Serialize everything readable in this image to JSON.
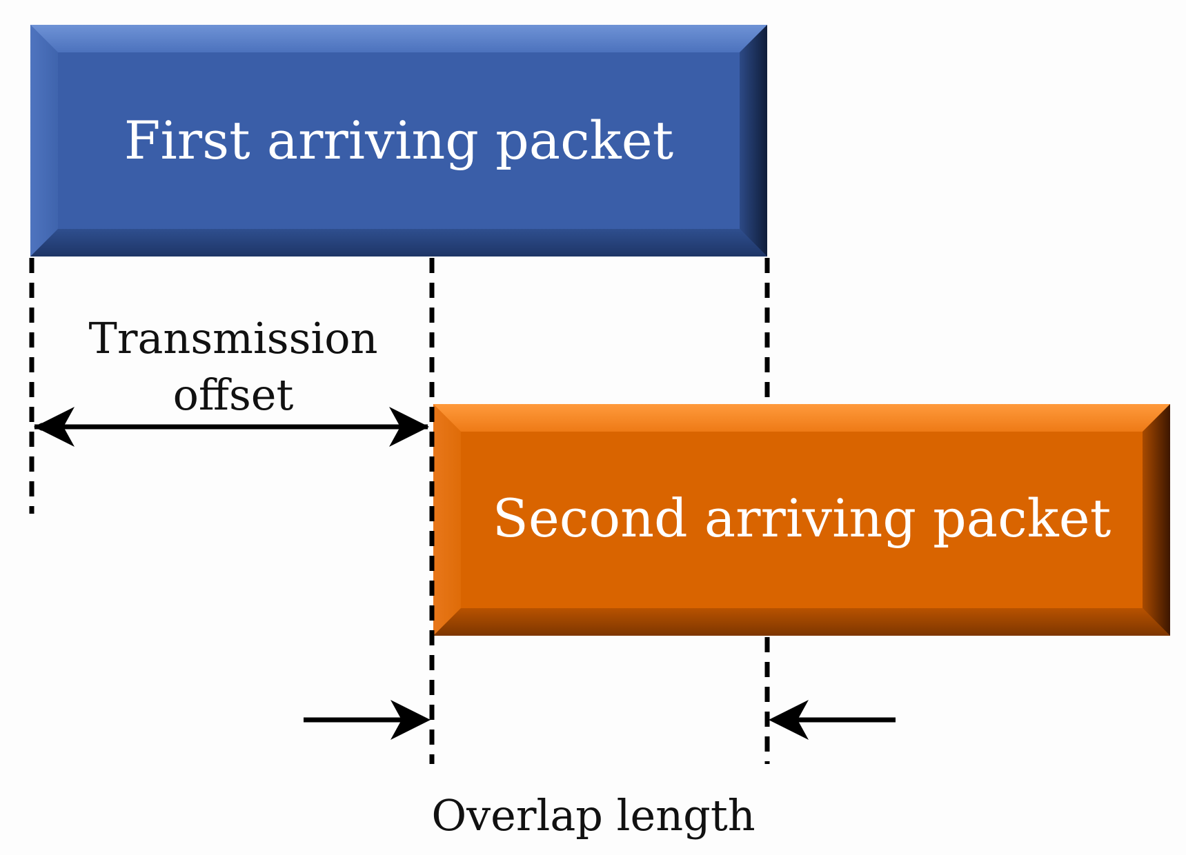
{
  "packets": {
    "first": {
      "label": "First arriving packet",
      "color": "#3a5ea8"
    },
    "second": {
      "label": "Second arriving packet",
      "color": "#d96400"
    }
  },
  "annotations": {
    "transmission_offset_line1": "Transmission",
    "transmission_offset_line2": "offset",
    "overlap_length": "Overlap length"
  }
}
